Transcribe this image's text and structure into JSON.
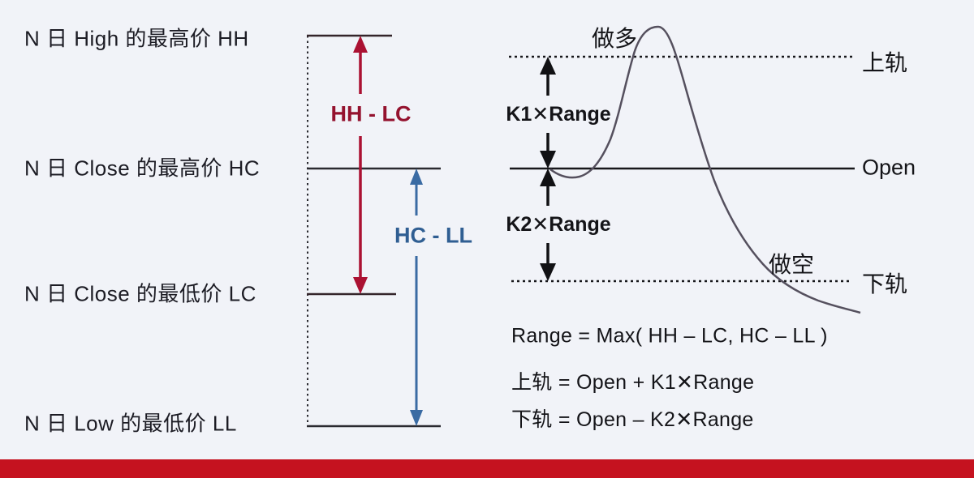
{
  "left_labels": [
    {
      "text": "N 日 High 的最高价 HH"
    },
    {
      "text": "N 日 Close 的最高价 HC"
    },
    {
      "text": "N 日 Close 的最低价 LC"
    },
    {
      "text": "N 日 Low 的最低价 LL"
    }
  ],
  "range_diagram": {
    "hh_lc_label": "HH - LC",
    "hc_ll_label": "HC - LL"
  },
  "signal_diagram": {
    "long_label": "做多",
    "short_label": "做空",
    "upper_band_label": "上轨",
    "lower_band_label": "下轨",
    "open_label": "Open",
    "k1_label": "K1✕Range",
    "k2_label": "K2✕Range"
  },
  "formulas": {
    "range": "Range = Max( HH – LC, HC – LL )",
    "upper": "上轨  = Open + K1✕Range",
    "lower": "下轨  = Open – K2✕Range"
  },
  "colors": {
    "background": "#f1f3f8",
    "red_arrow": "#ab1132",
    "red_text": "#94122e",
    "blue_arrow": "#3a6ba3",
    "blue_text": "#2f5e92",
    "line_dark": "#2a2a30",
    "curve": "#55505e",
    "footer_bar": "#c5121f"
  }
}
